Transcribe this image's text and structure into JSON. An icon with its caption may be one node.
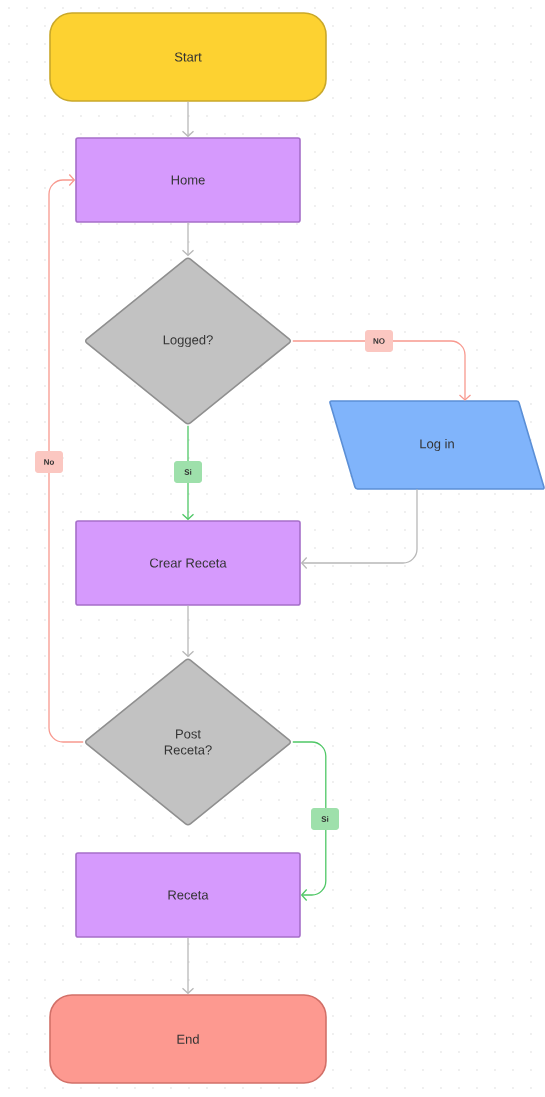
{
  "diagram": {
    "nodes": [
      {
        "text": [
          "Start"
        ]
      },
      {
        "text": [
          "Home"
        ]
      },
      {
        "text": [
          "Logged?"
        ]
      },
      {
        "text": [
          "Log in"
        ]
      },
      {
        "text": [
          "Crear Receta"
        ]
      },
      {
        "text": [
          "Post Receta?"
        ]
      },
      {
        "text": [
          "Receta"
        ]
      },
      {
        "text": [
          "End"
        ]
      }
    ],
    "edges": [
      {
        "from": 0,
        "to": 1,
        "arrow": "to"
      },
      {
        "from": 1,
        "to": 2,
        "arrow": "to"
      },
      {
        "from": 2,
        "to": 3,
        "arrow": "to",
        "label": "NO",
        "color": "#f8998f"
      },
      {
        "from": 2,
        "to": 4,
        "arrow": "to",
        "label": "Si",
        "color": "#4fc766"
      },
      {
        "from": 3,
        "to": 4,
        "arrow": "to"
      },
      {
        "from": 4,
        "to": 5,
        "arrow": "to"
      },
      {
        "from": 5,
        "to": 1,
        "arrow": "to",
        "label": "No",
        "color": "#f8998f"
      },
      {
        "from": 5,
        "to": 6,
        "arrow": "to",
        "label": "Si",
        "color": "#4fc766"
      },
      {
        "from": 6,
        "to": 7,
        "arrow": "to"
      }
    ]
  }
}
